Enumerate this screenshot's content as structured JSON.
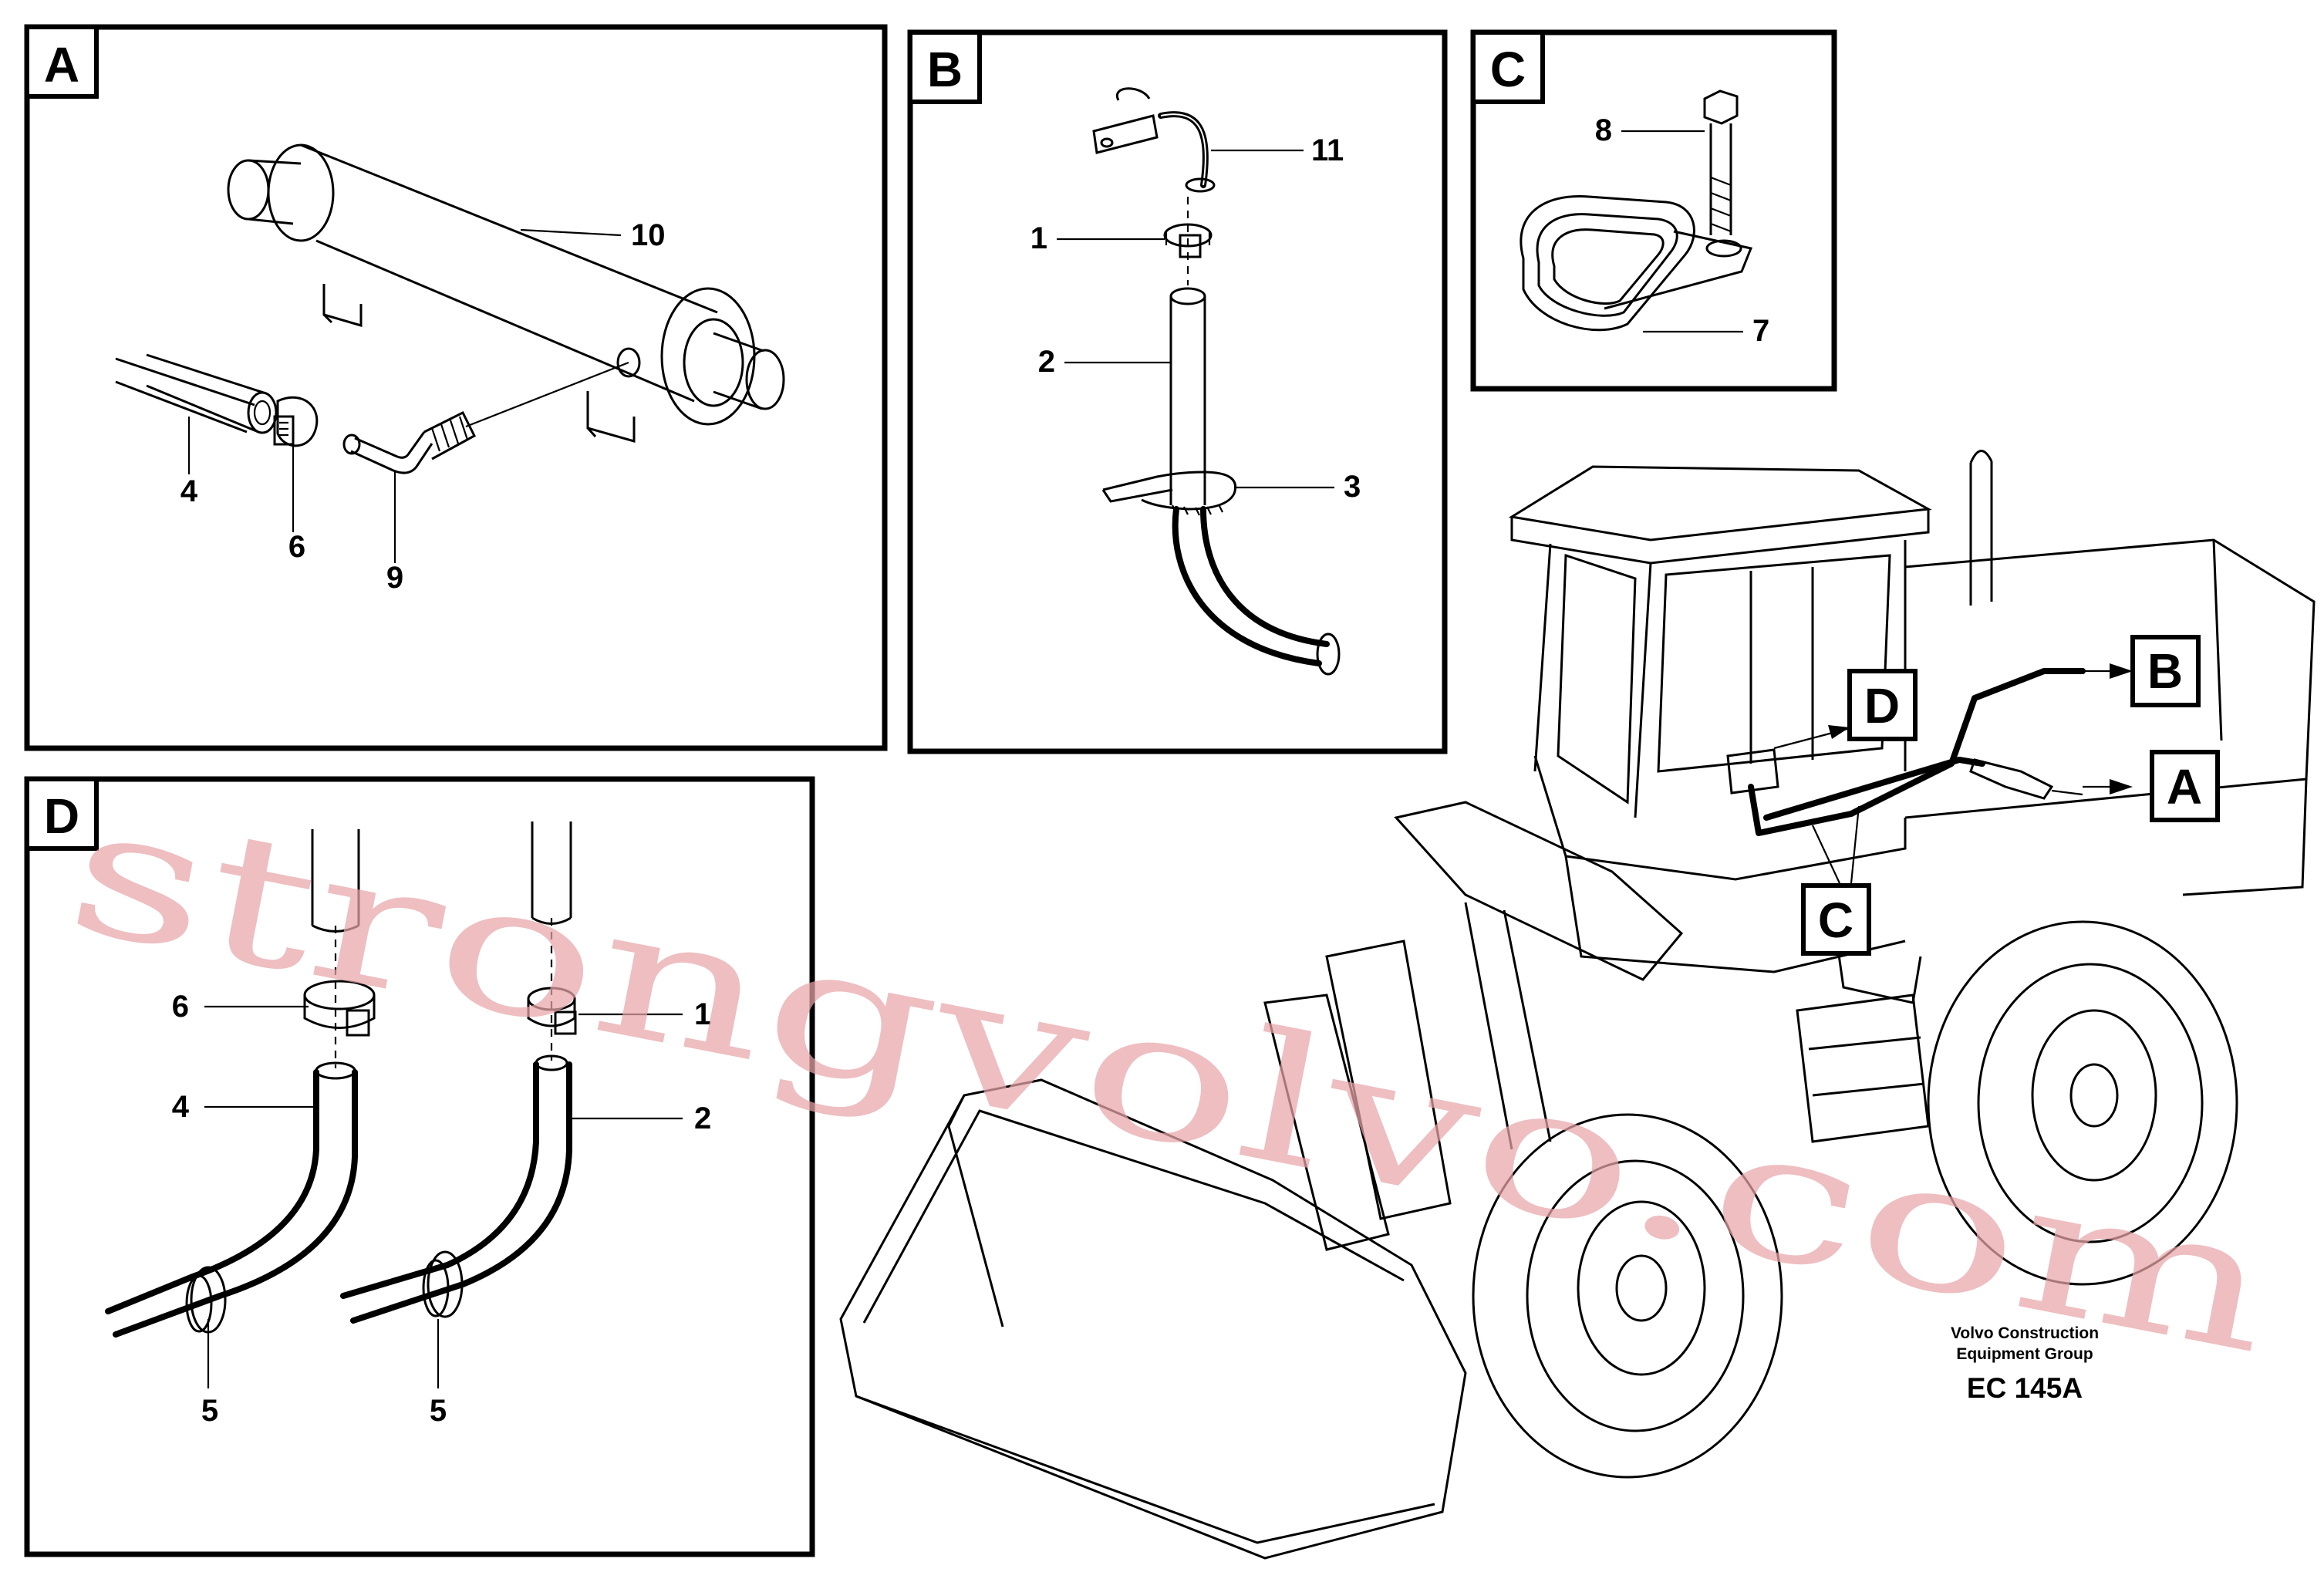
{
  "panels": {
    "A": {
      "letter": "A",
      "callouts": {
        "c10": "10",
        "c4": "4",
        "c6": "6",
        "c9": "9"
      }
    },
    "B": {
      "letter": "B",
      "callouts": {
        "c11": "11",
        "c1": "1",
        "c2": "2",
        "c3": "3"
      }
    },
    "C": {
      "letter": "C",
      "callouts": {
        "c8": "8",
        "c7": "7"
      }
    },
    "D": {
      "letter": "D",
      "callouts": {
        "c6": "6",
        "c1": "1",
        "c4": "4",
        "c2": "2",
        "c5a": "5",
        "c5b": "5"
      }
    }
  },
  "machine_refs": {
    "A": "A",
    "B": "B",
    "C": "C",
    "D": "D"
  },
  "credit": {
    "line1": "Volvo Construction",
    "line2": "Equipment Group"
  },
  "figure_code": "EC 145A",
  "watermark": "strongvolvo.com",
  "colors": {
    "ink": "#000000",
    "watermark": "#e8a6aa",
    "background": "#ffffff"
  }
}
